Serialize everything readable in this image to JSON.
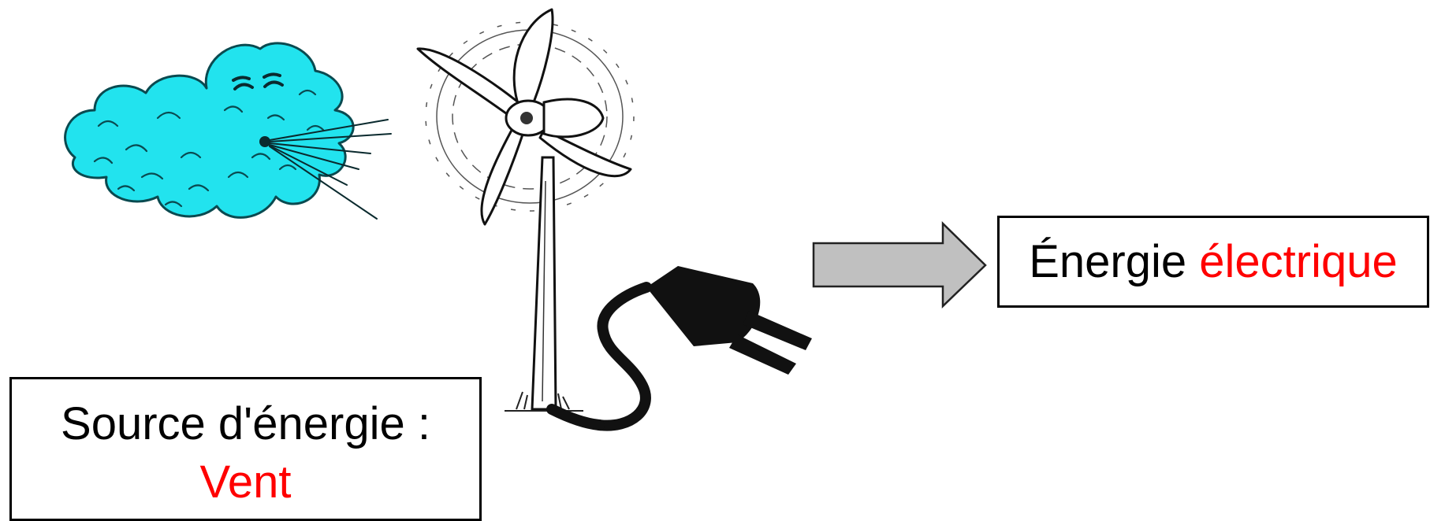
{
  "source_box": {
    "label": "Source d'énergie :",
    "value": "Vent"
  },
  "output_box": {
    "label": "Énergie",
    "value": "électrique"
  },
  "colors": {
    "highlight": "#ff0000",
    "cloud": "#22e3ee",
    "arrow_fill": "#c0c0c0",
    "text": "#000000"
  },
  "icons": [
    "blowing-cloud-icon",
    "wind-turbine-icon",
    "electric-plug-icon",
    "right-arrow-icon"
  ]
}
